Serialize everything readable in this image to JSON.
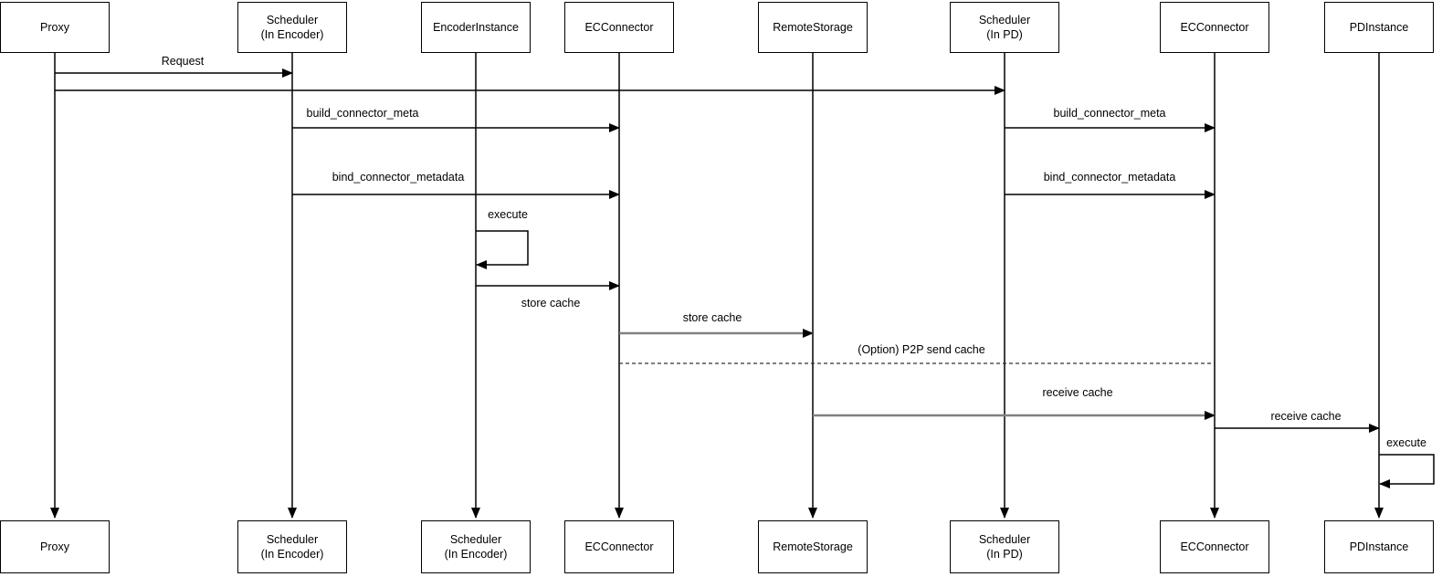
{
  "diagram": {
    "type": "sequence",
    "background": "#ffffff",
    "colors": {
      "line": "#000000",
      "gray_line": "#808080",
      "dashed_line": "#333333",
      "box_border": "#000000",
      "box_fill": "#ffffff",
      "text": "#000000"
    },
    "participants": [
      {
        "id": "proxy",
        "top_label": "Proxy",
        "bottom_label": "Proxy"
      },
      {
        "id": "scheduler_encoder",
        "top_label": "Scheduler\n(In Encoder)",
        "bottom_label": "Scheduler\n(In Encoder)"
      },
      {
        "id": "encoder_instance",
        "top_label": "EncoderInstance",
        "bottom_label": "Scheduler\n(In Encoder)"
      },
      {
        "id": "ec_connector_encoder",
        "top_label": "ECConnector",
        "bottom_label": "ECConnector"
      },
      {
        "id": "remote_storage",
        "top_label": "RemoteStorage",
        "bottom_label": "RemoteStorage"
      },
      {
        "id": "scheduler_pd",
        "top_label": "Scheduler\n(In PD)",
        "bottom_label": "Scheduler\n(In PD)"
      },
      {
        "id": "ec_connector_pd",
        "top_label": "ECConnector",
        "bottom_label": "ECConnector"
      },
      {
        "id": "pd_instance",
        "top_label": "PDInstance",
        "bottom_label": "PDInstance"
      }
    ],
    "messages": [
      {
        "label": "Request",
        "from": "proxy",
        "to": "scheduler_encoder",
        "style": "solid"
      },
      {
        "label": "",
        "from": "proxy",
        "to": "scheduler_pd",
        "style": "solid"
      },
      {
        "label": "build_connector_meta",
        "from": "scheduler_encoder",
        "to": "ec_connector_encoder",
        "style": "solid"
      },
      {
        "label": "build_connector_meta",
        "from": "scheduler_pd",
        "to": "ec_connector_pd",
        "style": "solid"
      },
      {
        "label": "bind_connector_metadata",
        "from": "scheduler_encoder",
        "to": "ec_connector_encoder",
        "style": "solid"
      },
      {
        "label": "bind_connector_metadata",
        "from": "scheduler_pd",
        "to": "ec_connector_pd",
        "style": "solid"
      },
      {
        "label": "execute",
        "from": "encoder_instance",
        "to": "encoder_instance",
        "style": "self"
      },
      {
        "label": "store cache",
        "from": "encoder_instance",
        "to": "ec_connector_encoder",
        "style": "solid",
        "label_position": "below"
      },
      {
        "label": "store cache",
        "from": "ec_connector_encoder",
        "to": "remote_storage",
        "style": "solid-gray"
      },
      {
        "label": "(Option) P2P send cache",
        "from": "ec_connector_encoder",
        "to": "ec_connector_pd",
        "style": "dashed",
        "arrowhead": false
      },
      {
        "label": "receive cache",
        "from": "remote_storage",
        "to": "ec_connector_pd",
        "style": "solid-gray"
      },
      {
        "label": "receive cache",
        "from": "ec_connector_pd",
        "to": "pd_instance",
        "style": "solid"
      },
      {
        "label": "execute",
        "from": "pd_instance",
        "to": "pd_instance",
        "style": "self"
      }
    ]
  }
}
